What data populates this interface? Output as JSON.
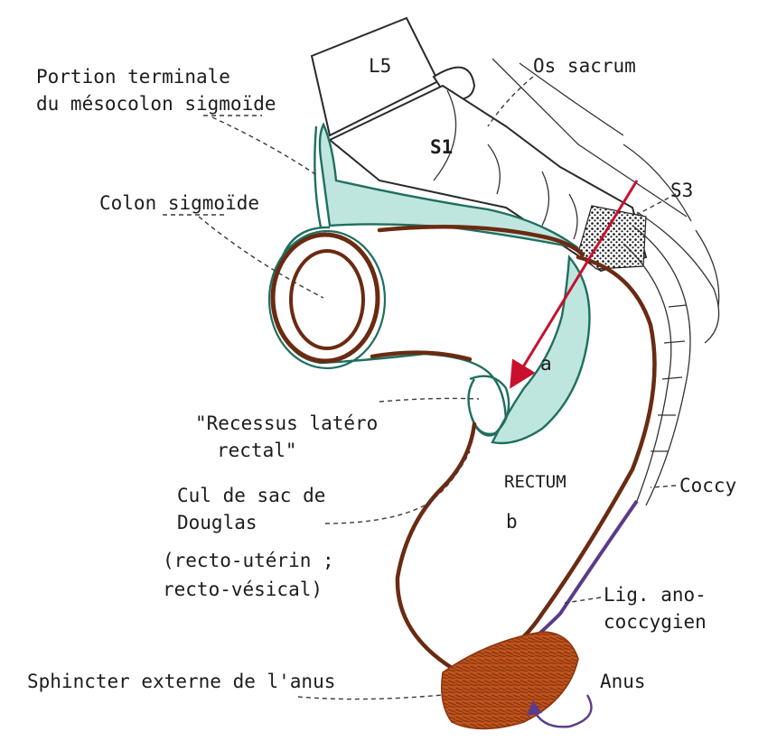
{
  "labels": {
    "mesocolon_1": "Portion terminale",
    "mesocolon_2": "du mésocolon sigmoïde",
    "l5": "L5",
    "os_sacrum": "Os sacrum",
    "s1": "S1",
    "s3": "S3",
    "colon": "Colon sigmoïde",
    "recessus_1": "\"Recessus latéro",
    "recessus_2": "rectal\"",
    "point_a": "a",
    "rectum": "RECTUM",
    "point_b": "b",
    "coccyx": "Coccy",
    "douglas_1": "Cul de sac de",
    "douglas_2": "Douglas",
    "recto_1": "(recto-utérin ;",
    "recto_2": "recto-vésical)",
    "lig_1": "Lig. ano-",
    "lig_2": "coccygien",
    "sphincter": "Sphincter externe de l'anus",
    "anus": "Anus"
  },
  "colors": {
    "peritoneum_green": "#1f6f5f",
    "peritoneum_fill": "#bfe6de",
    "rectal_wall_brown": "#6b2a12",
    "sphincter_orange": "#c0531c",
    "axis_arrow_red": "#c8102e",
    "ligament_purple": "#5b3a8a"
  },
  "icons": {
    "anus_arrow": "curved-arrow-icon"
  }
}
